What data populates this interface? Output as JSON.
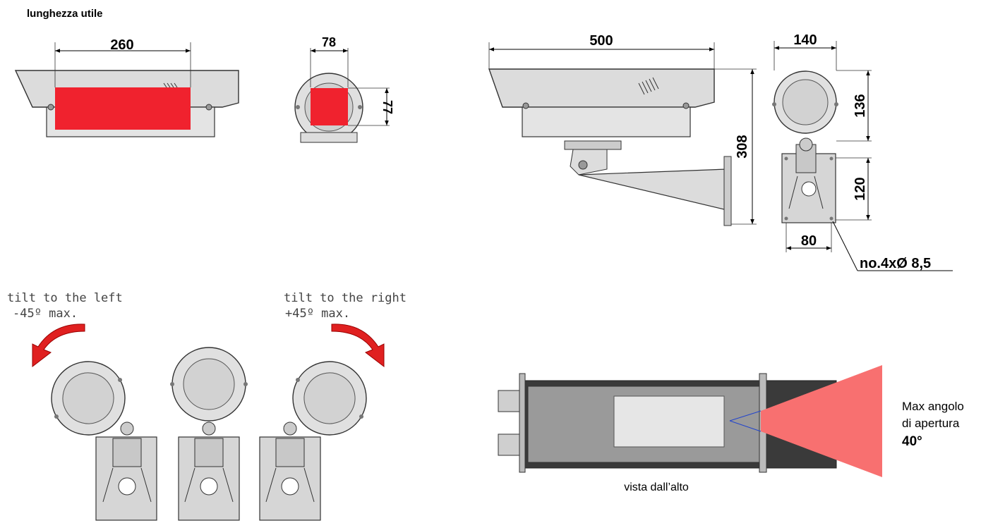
{
  "title": "lunghezza utile",
  "dimensions": {
    "useful_length": "260",
    "front_width": "78",
    "front_height": "77",
    "housing_length": "500",
    "total_height": "308",
    "front_diameter": "140",
    "front_height_2": "136",
    "bracket_height": "120",
    "bracket_width": "80",
    "holes": "no.4xØ 8,5"
  },
  "tilt": {
    "left_line1": "tilt to the left",
    "left_line2": "-45º max.",
    "right_line1": "tilt to the right",
    "right_line2": "+45º max."
  },
  "top_view": {
    "caption": "vista dall’alto",
    "angle_line1": "Max angolo",
    "angle_line2": "di apertura",
    "angle_value": "40°"
  },
  "colors": {
    "highlight_red": "#f0222e",
    "cone_red": "#f87070",
    "housing_gray": "#d8d8d8",
    "outline": "#333333",
    "arrow_red": "#e02020"
  }
}
